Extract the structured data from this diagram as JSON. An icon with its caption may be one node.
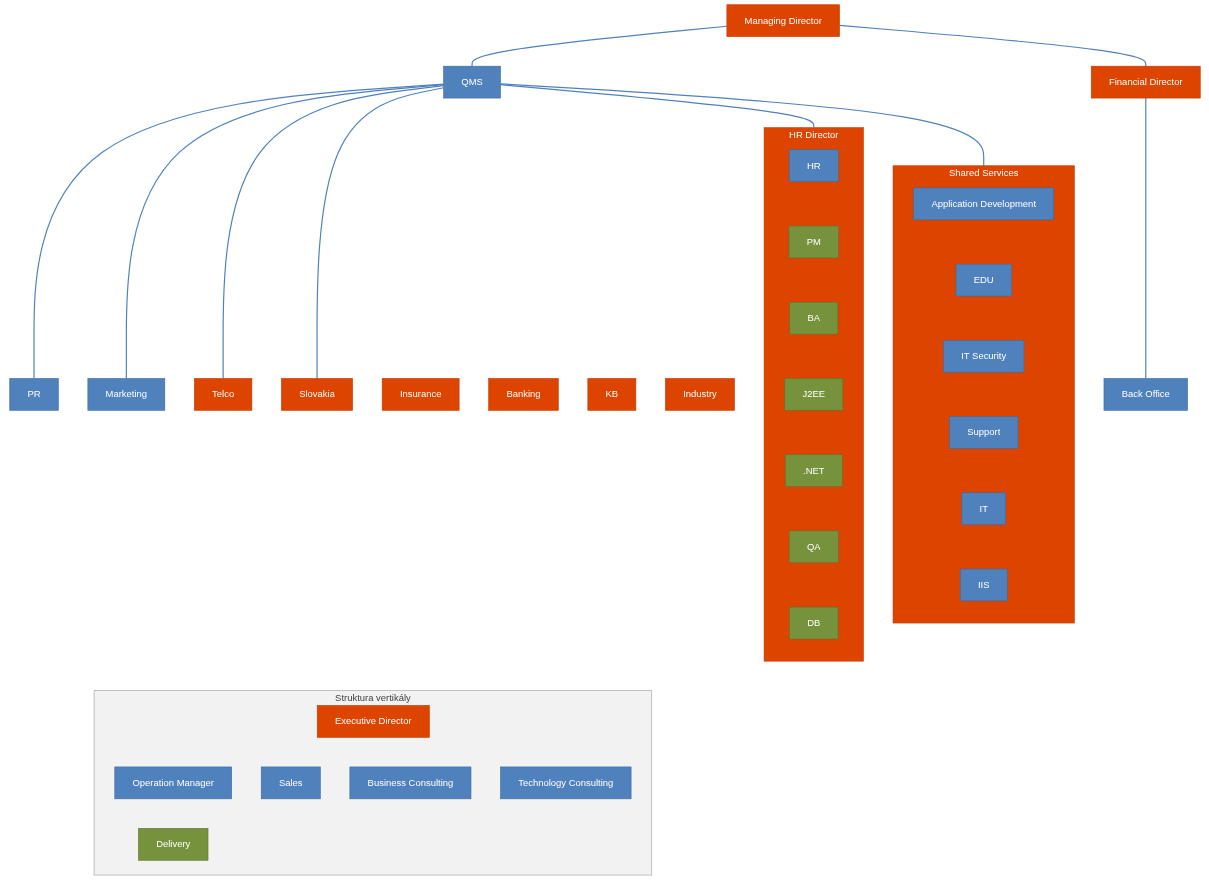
{
  "diagram": {
    "nodes": [
      {
        "text": [
          "Managing Director"
        ]
      },
      {
        "text": [
          "Financial Director"
        ]
      },
      {
        "text": [
          "PR"
        ]
      },
      {
        "text": [
          "QMS"
        ]
      },
      {
        "text": [
          "Marketing"
        ]
      },
      {
        "text": [
          "Back Office"
        ]
      },
      {
        "text": [
          "Telco"
        ]
      },
      {
        "text": [
          "Insurance"
        ]
      },
      {
        "text": [
          "Banking"
        ]
      },
      {
        "text": [
          "KB"
        ]
      },
      {
        "text": [
          "Industry"
        ]
      },
      {
        "text": [
          "Slovakia"
        ]
      },
      {
        "text": [
          "HR Director"
        ]
      },
      {
        "text": [
          "HR"
        ],
        "in": 12
      },
      {
        "text": [
          "PM"
        ],
        "in": 12
      },
      {
        "text": [
          "BA"
        ],
        "in": 12
      },
      {
        "text": [
          "J2EE"
        ],
        "in": 12
      },
      {
        "text": [
          ".NET"
        ],
        "in": 12
      },
      {
        "text": [
          "QA"
        ],
        "in": 12
      },
      {
        "text": [
          "DB"
        ],
        "in": 12
      },
      {
        "text": [
          "Shared Services"
        ]
      },
      {
        "text": [
          "Application Development"
        ],
        "in": 20
      },
      {
        "text": [
          "EDU"
        ],
        "in": 20
      },
      {
        "text": [
          "IT Security"
        ],
        "in": 20
      },
      {
        "text": [
          "Support"
        ],
        "in": 20
      },
      {
        "text": [
          "IT"
        ],
        "in": 20
      },
      {
        "text": [
          "IIS"
        ],
        "in": 20
      },
      {
        "text": [
          "Struktura vertikály"
        ]
      },
      {
        "text": [
          "Executive  Director"
        ],
        "in": 27
      },
      {
        "text": [
          "Operation Manager"
        ],
        "in": 27
      },
      {
        "text": [
          "Sales"
        ],
        "in": 27
      },
      {
        "text": [
          "Business Consulting"
        ],
        "in": 27
      },
      {
        "text": [
          "Technology Consulting"
        ],
        "in": 27
      },
      {
        "text": [
          "Delivery"
        ],
        "in": 27
      }
    ],
    "edges": [
      {
        "from": 0,
        "to": 3,
        "arrow": "none"
      },
      {
        "from": 0,
        "to": 1,
        "arrow": "none"
      },
      {
        "from": 3,
        "to": 2,
        "arrow": "none"
      },
      {
        "from": 3,
        "to": 4,
        "arrow": "none"
      },
      {
        "from": 1,
        "to": 5,
        "arrow": "none"
      },
      {
        "from": 3,
        "to": 6,
        "arrow": "none"
      },
      {
        "from": 3,
        "to": 11,
        "arrow": "none"
      },
      {
        "from": 3,
        "to": 12,
        "arrow": "none"
      },
      {
        "from": 3,
        "to": 20,
        "arrow": "none"
      }
    ]
  }
}
